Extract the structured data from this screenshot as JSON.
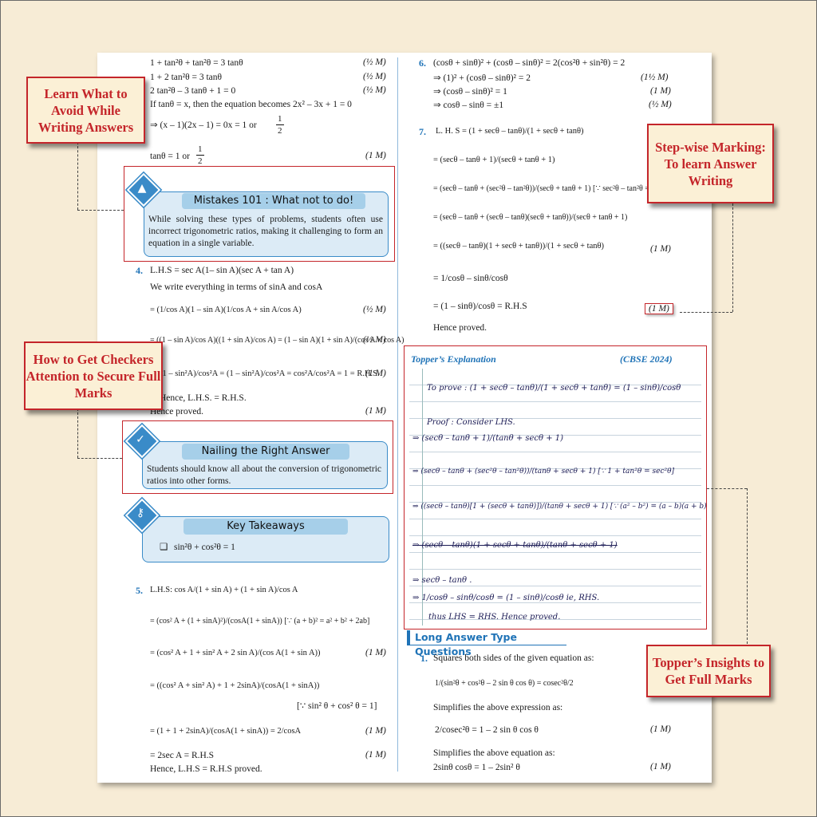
{
  "callouts": {
    "avoid": "Learn What to Avoid While Writing Answers",
    "stepwise": "Step-wise Marking: To learn Answer Writing",
    "checkers": "How to Get Checkers Attention to Secure Full Marks",
    "topper": "Topper’s Insights to Get Full Marks"
  },
  "left": {
    "l1": "1 + tan²θ + tan²θ = 3 tanθ",
    "l2": "1 + 2 tan²θ = 3 tanθ",
    "l3": "2 tan²θ – 3 tanθ + 1 = 0",
    "l4": "If tanθ = x, then the equation becomes 2x² – 3x + 1 = 0",
    "l5": "⇒   (x – 1)(2x – 1) = 0x = 1 or",
    "l6": "tanθ = 1 or",
    "half_n": "1",
    "half_d": "2",
    "m_half": "(½ M)",
    "m_one": "(1 M)",
    "mistakes_title": "Mistakes 101 : What not to do!",
    "mistakes_text": "While solving these types of problems, students often use incorrect trigonometric ratios, making it challenging to form an equation in a single variable.",
    "q4_num": "4.",
    "q4_l1": "L.H.S = sec A(1– sin A)(sec A + tan A)",
    "q4_l2": "We write everything in terms of sinA and cosA",
    "q4_f1": "= (1/cos A)(1 – sin A)(1/cos A + sin A/cos A)",
    "q4_f2": "= ((1 – sin A)/cos A)((1 + sin A)/cos A) = (1 – sin A)(1 + sin A)/(cos A × cos A)",
    "q4_f3": "(1 – sin²A)/cos²A = (1 – sin²A)/cos²A = cos²A/cos²A = 1 = R.H.S.",
    "q4_l6": "Hence, L.H.S. = R.H.S.",
    "q4_l7": "Hence proved.",
    "nailing_title": "Nailing the Right Answer",
    "nailing_text": "Students should know all about the conversion of trigonometric ratios into other forms.",
    "key_title": "Key Takeaways",
    "key_item": "sin²θ + cos²θ = 1",
    "q5_num": "5.",
    "q5_l1": "L.H.S:  cos A/(1 + sin A) + (1 + sin A)/cos A",
    "q5_l2": "= (cos² A + (1 + sinA)²)/(cosA(1 + sinA))   [∵ (a + b)² = a² + b² + 2ab]",
    "q5_l3": "= (cos² A + 1 + sin² A + 2 sin A)/(cos A(1 + sin A))",
    "q5_l4": "= ((cos² A + sin² A) + 1 + 2sinA)/(cosA(1 + sinA))",
    "q5_l4r": "[∵ sin² θ + cos² θ = 1]",
    "q5_l5": "= (1 + 1 + 2sinA)/(cosA(1 + sinA)) = 2/cosA",
    "q5_l6": "= 2sec A = R.H.S",
    "q5_l7": "Hence, L.H.S = R.H.S proved."
  },
  "right": {
    "q6_num": "6.",
    "q6_l1": "(cosθ + sinθ)² + (cosθ – sinθ)² = 2(cos²θ + sin²θ) = 2",
    "q6_l2": "⇒ (1)² + (cosθ – sinθ)² = 2",
    "q6_l3": "⇒ (cosθ – sinθ)² = 1",
    "q6_l4": "⇒ cosθ – sinθ = ±1",
    "m_1half": "(1½ M)",
    "m_one": "(1 M)",
    "m_half": "(½ M)",
    "q7_num": "7.",
    "q7_l1": "L. H. S = (1 + secθ – tanθ)/(1 + secθ + tanθ)",
    "q7_l2": "= (secθ – tanθ + 1)/(secθ + tanθ + 1)",
    "q7_l3": "= (secθ – tanθ + (sec²θ – tan²θ))/(secθ + tanθ + 1)   [∵ sec²θ – tan²θ = 1]",
    "q7_l4": "= (secθ – tanθ + (secθ – tanθ)(secθ + tanθ))/(secθ + tanθ + 1)",
    "q7_l5": "= ((secθ – tanθ)(1 + secθ + tanθ))/(1 + secθ + tanθ)",
    "q7_l6": "= 1/cosθ – sinθ/cosθ",
    "q7_l7": "= (1 – sinθ)/cosθ = R.H.S",
    "q7_l8": "Hence proved.",
    "topper_title": "Topper’s Explanation",
    "topper_tag": "(CBSE 2024)",
    "hw": [
      "To prove :  (1 + secθ – tanθ)/(1 + secθ + tanθ) = (1 – sinθ)/cosθ",
      "Proof : Consider LHS.",
      "⇒ (secθ – tanθ + 1)/(tanθ + secθ + 1)",
      "⇒ (secθ – tanθ + (sec²θ – tan²θ))/(tanθ + secθ + 1)   [∵ 1 + tan²θ = sec²θ]",
      "⇒ ((secθ – tanθ)[1 + (secθ + tanθ)])/(tanθ + secθ + 1)   [∵ (a² – b²) = (a – b)(a + b)]",
      "⇒ (secθ – tanθ)(1 + secθ + tanθ)/(tanθ + secθ + 1)",
      "⇒ secθ – tanθ .",
      "⇒ 1/cosθ – sinθ/cosθ = (1 – sinθ)/cosθ  ie, RHS.",
      "thus LHS = RHS. Hence proved."
    ],
    "section": "Long Answer Type Questions",
    "q1_num": "1.",
    "q1_l1": "Squares both sides of the given equation as:",
    "q1_l2": "1/(sin²θ + cos²θ – 2 sin θ cos θ) = cosec²θ/2",
    "q1_l3": "Simplifies the above expression as:",
    "q1_l4": "2/cosec²θ = 1 – 2 sin θ cos θ",
    "q1_l5": "Simplifies the above equation as:",
    "q1_l6": "2sinθ cosθ = 1 – 2sin² θ"
  }
}
